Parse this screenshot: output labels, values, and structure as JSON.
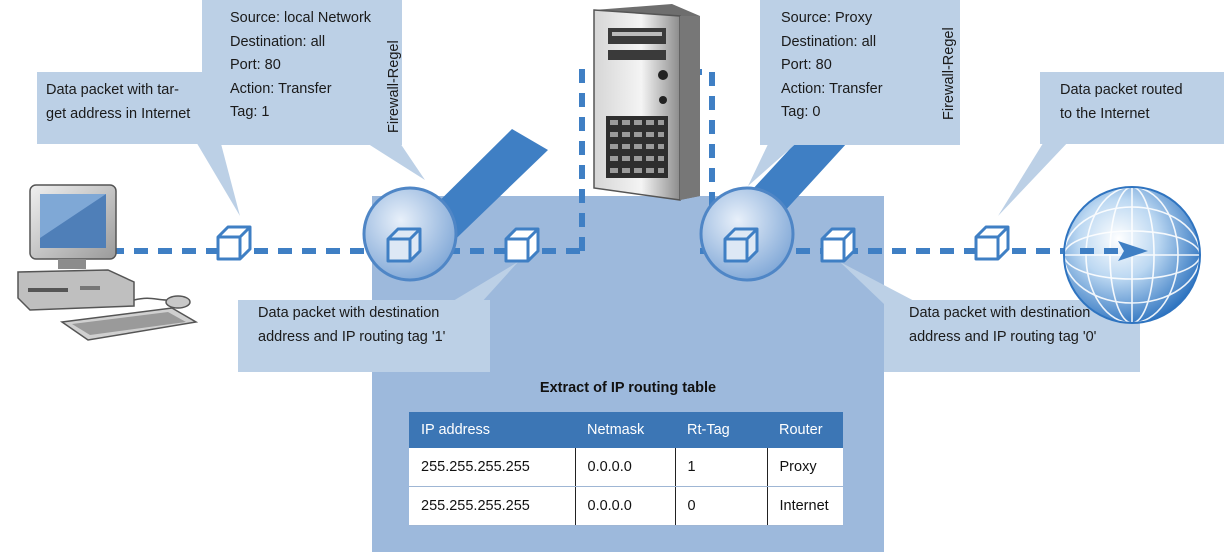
{
  "rule_left": {
    "lines": [
      "Source: local Network",
      "Destination: all",
      "Port: 80",
      "Action: Transfer",
      "Tag: 1"
    ],
    "label": "Firewall-Regel"
  },
  "rule_right": {
    "lines": [
      "Source: Proxy",
      "Destination: all",
      "Port: 80",
      "Action: Transfer",
      "Tag: 0"
    ],
    "label": "Firewall-Regel"
  },
  "callouts": {
    "packet_internet": [
      "Data packet with tar-",
      "get address in Internet"
    ],
    "packet_tag1": [
      "Data packet with destination",
      "address and IP routing tag '1'"
    ],
    "packet_routed": [
      "Data packet routed",
      "to the Internet"
    ],
    "packet_tag0": [
      "Data packet with  destination",
      "address and IP routing tag '0'"
    ]
  },
  "table": {
    "title": "Extract of IP routing table",
    "columns": [
      "IP address",
      "Netmask",
      "Rt-Tag",
      "Router"
    ],
    "rows": [
      [
        "255.255.255.255",
        "0.0.0.0",
        "1",
        "Proxy"
      ],
      [
        "255.255.255.255",
        "0.0.0.0",
        "0",
        "Internet"
      ]
    ]
  },
  "colors": {
    "router_body": "#9db9dc",
    "callout": "#bcd0e6",
    "line": "#3f7fc4",
    "header": "#3c76b5"
  },
  "icons": [
    "computer-icon",
    "server-icon",
    "globe-icon",
    "packet-icon",
    "firewall-icon"
  ]
}
